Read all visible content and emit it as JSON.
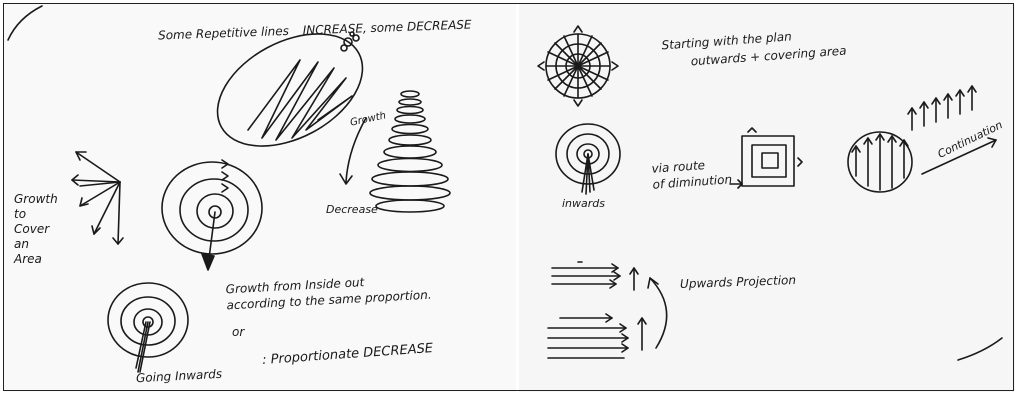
{
  "left_page": {
    "title": "Some Repetitive lines",
    "title_increase": "INCREASE, some DECREASE",
    "growth_label": "Growth",
    "decrease_label": "Decrease",
    "growth_cover_lines": [
      "Growth",
      "to",
      "Cover",
      "an",
      "Area"
    ],
    "growth_inside_line1": "Growth from Inside out",
    "growth_inside_line2": "according to the same proportion.",
    "or_label": "or",
    "going_inwards": "Going Inwards",
    "proportionate_decrease": ": Proportionate DECREASE"
  },
  "right_page": {
    "starting_line1": "Starting with the plan",
    "starting_line2": "outwards + covering area",
    "inwards_label": "inwards",
    "diminution_line1": "via route",
    "diminution_line2": "of diminution",
    "continuation_label": "Continuation",
    "upwards_projection": "Upwards Projection"
  },
  "colors": {
    "ink": "#1a1a1a",
    "paper": "#f8f8f8",
    "border": "#222222"
  }
}
